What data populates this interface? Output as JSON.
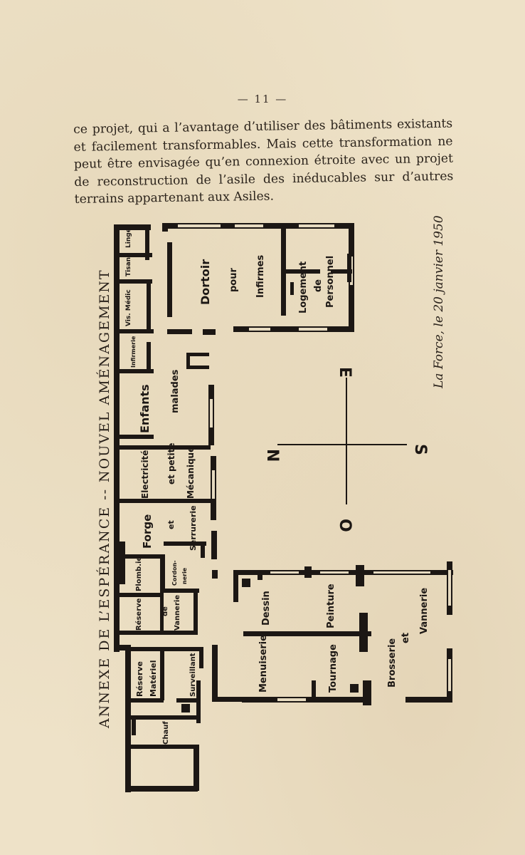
{
  "page": {
    "number": "— 11 —",
    "paragraph": "ce projet, qui a l’avantage d’utiliser des bâtiments existants et facilement transformables. Mais cette transformation ne peut être envisagée qu’en connexion étroite avec un projet de reconstruction de l’asile des inéducables sur d’autres terrains appartenant aux Asiles."
  },
  "plan": {
    "title": "ANNEXE DE L’ESPÉRANCE -- NOUVEL AMÉNAGEMENT",
    "signature": "La Force, le 20 janvier 1950",
    "compass": {
      "n": "N",
      "e": "E",
      "s": "S",
      "o": "O"
    },
    "rooms": {
      "linge": "Linge",
      "tisane": "Tisane",
      "vis_medic": "Vis. Médic",
      "infirmerie": "Infirmerie",
      "dortoir": "Dortoir",
      "pour": "pour",
      "infirmes": "Infirmes",
      "logement": "Logement",
      "de": "de",
      "personnel": "Personnel",
      "enfants": "Enfants",
      "malades": "malades",
      "electricite": "Electricité",
      "et_petite": "et petite",
      "mecanique": "Mécanique",
      "forge": "Forge",
      "et": "et",
      "serrurerie": "Serrurerie",
      "plombie": "Plomb.ie",
      "cordonnerie_1": "Cordon-",
      "cordonnerie_2": "nerie",
      "reserve": "Réserve",
      "de_vannerie": "de",
      "vannerie": "Vannerie",
      "reserve_materiel_1": "Réserve",
      "reserve_materiel_2": "Matériel",
      "surveillant": "Surveillant",
      "chauf": "Chauf",
      "dessin": "Dessin",
      "peinture": "Peinture",
      "menuiserie": "Menuiserie",
      "tournage": "Tournage",
      "brosserie": "Brosserie",
      "et_brosserie": "et",
      "vannerie_2": "Vannerie"
    }
  }
}
